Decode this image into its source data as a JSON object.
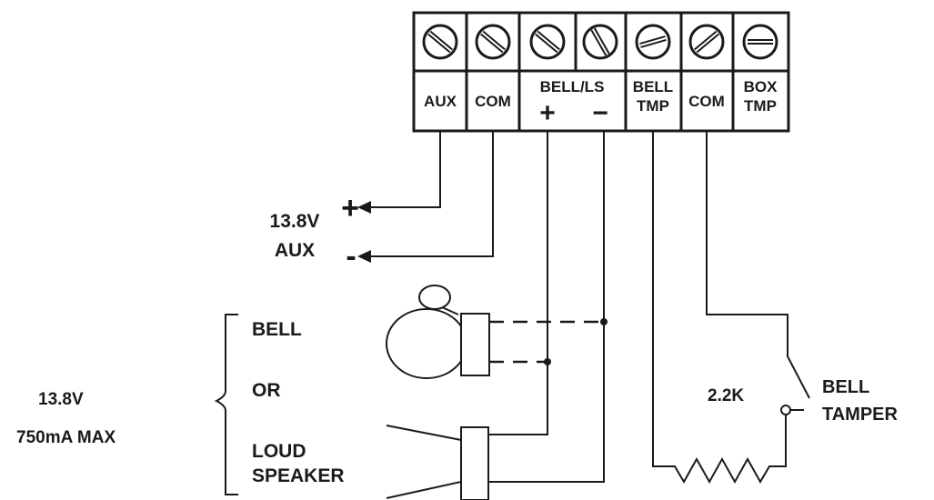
{
  "terminals": [
    {
      "id": "aux",
      "lines": [
        "AUX"
      ],
      "sign": ""
    },
    {
      "id": "com1",
      "lines": [
        "COM"
      ],
      "sign": ""
    },
    {
      "id": "bell-ls",
      "lines": [
        "BELL/LS"
      ],
      "sign": ""
    },
    {
      "id": "bell-ls-minus",
      "lines": [],
      "sign": ""
    },
    {
      "id": "bell-tmp",
      "lines": [
        "BELL",
        "TMP"
      ],
      "sign": ""
    },
    {
      "id": "com2",
      "lines": [
        "COM"
      ],
      "sign": ""
    },
    {
      "id": "box-tmp",
      "lines": [
        "BOX",
        "TMP"
      ],
      "sign": ""
    }
  ],
  "terminal_signs": {
    "plus": "+",
    "minus": "−"
  },
  "aux_output": {
    "voltage": "13.8V",
    "name": "AUX",
    "plus": "+",
    "minus": "-"
  },
  "device_options": {
    "bell": "BELL",
    "or": "OR",
    "loud": "LOUD",
    "speaker": "SPEAKER"
  },
  "rating": {
    "voltage": "13.8V",
    "current": "750mA MAX"
  },
  "resistor": {
    "value": "2.2K"
  },
  "tamper": {
    "line1": "BELL",
    "line2": "TAMPER"
  }
}
